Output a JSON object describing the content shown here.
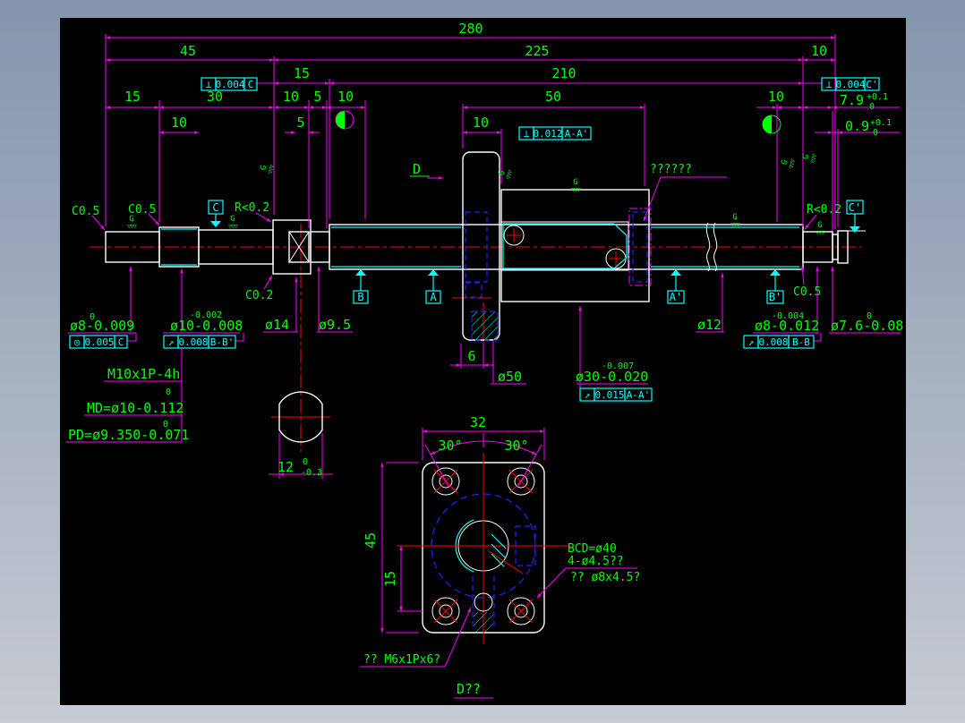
{
  "scene": {
    "background_top": "#8495ad",
    "background_bottom": "#c7cbd3",
    "canvas_color": "#000000"
  },
  "palette": {
    "dimension_lines": "#ff00ff",
    "dimension_text": "#00ff00",
    "tolerance_frames": "#00ffff",
    "outlines": "#ffffff",
    "centerlines": "#ff0000",
    "hidden_lines": "#2222ff"
  },
  "dims": {
    "d280": "280",
    "d45": "45",
    "d225": "225",
    "d10_top": "10",
    "d15_u": "15",
    "d210": "210",
    "c15": "15",
    "c30": "30",
    "c10a": "10",
    "c5": "5",
    "c10b": "10",
    "s10": "10",
    "s5": "5",
    "d50": "50",
    "f10": "10",
    "r10": "10",
    "d79m": "7.9",
    "d79sup": "+0.1",
    "d79sub": "0",
    "d09m": "0.9",
    "d09sup": "+0.1",
    "d09sub": "0",
    "d6": "6",
    "sec12": "12",
    "sec12sup": "0",
    "sec12sub": "-0.3",
    "fv32": "32",
    "fv30l": "30°",
    "fv30r": "30°",
    "fv45": "45",
    "fv15": "15"
  },
  "dia_labels": {
    "d8l_u": "0",
    "d8l": "ø8-0.009",
    "d10_u": "-0.002",
    "d10": "ø10-0.008",
    "d14": "ø14",
    "d95": "ø9.5",
    "d12": "ø12",
    "d8r_u": "-0.004",
    "d8r": "ø8-0.012",
    "d76_u": "0",
    "d76": "ø7.6-0.08",
    "d30_u": "-0.007",
    "d30": "ø30-0.020",
    "d50f": "ø50"
  },
  "thread_note": {
    "l1": "M10x1P-4h",
    "l2u": "0",
    "l2": "MD=ø10-0.112",
    "l3u": "0",
    "l3": "PD=ø9.350-0.071"
  },
  "edge_notes": {
    "c05a": "C0.5",
    "c05b": "C0.5",
    "c05c": "C0.5",
    "r02l": "R<0.2",
    "r02r": "R<0.2",
    "c02": "C0.2"
  },
  "notes": {
    "unknown": "??????",
    "view_d": "D",
    "m6": "?? M6x1Px6?",
    "title": "D??",
    "bcd": "BCD=ø40",
    "holes": "4-ø4.5??",
    "cbore": "?? ø8x4.5?"
  },
  "datums": {
    "c": "C",
    "b": "B",
    "a": "A",
    "a1": "A'",
    "b1": "B'",
    "c1": "C'"
  },
  "frames": {
    "f1": {
      "sym": "⊥",
      "val": "0.004",
      "ref": "C"
    },
    "f2": {
      "sym": "⊥",
      "val": "0.004",
      "ref": "C'"
    },
    "f3": {
      "sym": "⊥",
      "val": "0.012",
      "ref": "A-A'"
    },
    "f4": {
      "sym": "◎",
      "val": "0.005",
      "ref": "C"
    },
    "f5": {
      "sym": "↗",
      "val": "0.008",
      "ref": "B-B'"
    },
    "f6": {
      "sym": "↗",
      "val": "0.008",
      "ref": "B-B"
    },
    "f7": {
      "sym": "↗",
      "val": "0.015",
      "ref": "A-A'"
    }
  },
  "surface": {
    "g": "G",
    "tri": "▽▽▽"
  }
}
